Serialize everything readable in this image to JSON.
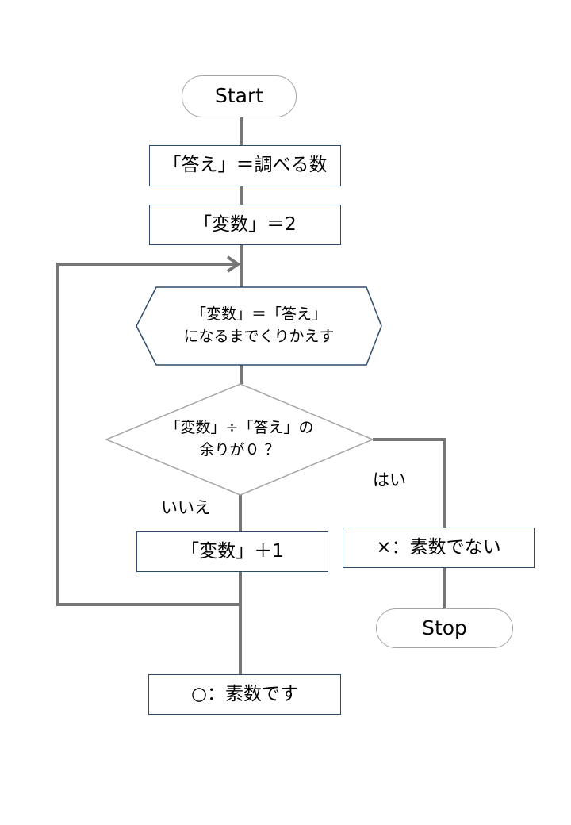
{
  "flowchart": {
    "start": "Start",
    "set_answer": "「答え」＝調べる数",
    "set_variable": "「変数」＝2",
    "loop": [
      "「変数」＝「答え」",
      "になるまでくりかえす"
    ],
    "decision": [
      "「変数」÷「答え」の",
      "余りが０ ？"
    ],
    "branch_yes": "はい",
    "branch_no": "いいえ",
    "not_prime": "×：素数でない",
    "stop": "Stop",
    "increment": "「変数」＋1",
    "is_prime": "○：素数です"
  },
  "colors": {
    "connector": "#767676",
    "box_border": "#2e4a6b",
    "terminal_border": "#a6a6a6",
    "shape_border": "#a6a6a6"
  }
}
